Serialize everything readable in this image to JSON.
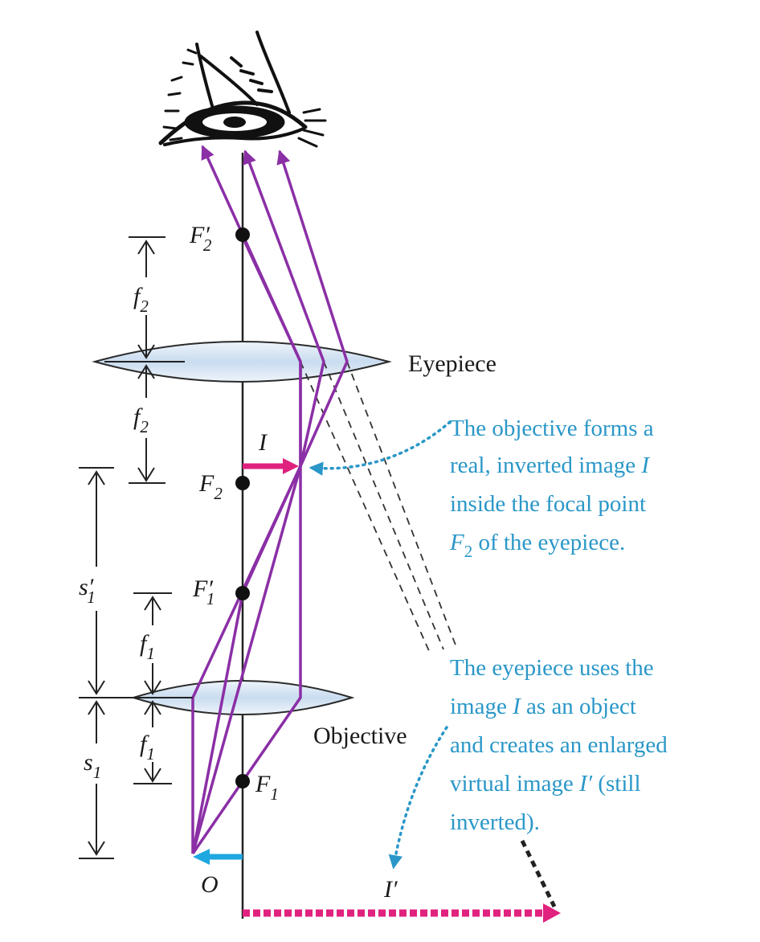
{
  "labels": {
    "eyepiece": "Eyepiece",
    "objective": "Objective",
    "I": "I",
    "I_prime": "I′",
    "O": "O",
    "F": "F",
    "f": "f",
    "s": "s",
    "prime": "′",
    "sub_1": "1",
    "sub_2": "2"
  },
  "captions": {
    "objective_note": {
      "line1": "The objective forms a",
      "line2_a": "real, inverted image ",
      "line2_b": "I",
      "line3": "inside the focal point",
      "line4_a": "F",
      "line4_sub": "2",
      "line4_b": " of the eyepiece."
    },
    "eyepiece_note": {
      "line1": "The eyepiece uses the",
      "line2_a": "image ",
      "line2_b": "I",
      "line2_c": " as an object",
      "line3": "and creates an enlarged",
      "line4_a": "virtual image ",
      "line4_b": "I′",
      "line4_c": " (still",
      "line5": "inverted)."
    }
  },
  "colors": {
    "ray": "#8b2fa6",
    "image_arrow": "#e0217e",
    "object_arrow": "#1ea7e0",
    "caption": "#2a97c8",
    "lens_fill": "#dce9f6",
    "lens_stroke": "#2b2b2b"
  },
  "icons": {
    "eye": "eye-icon"
  }
}
